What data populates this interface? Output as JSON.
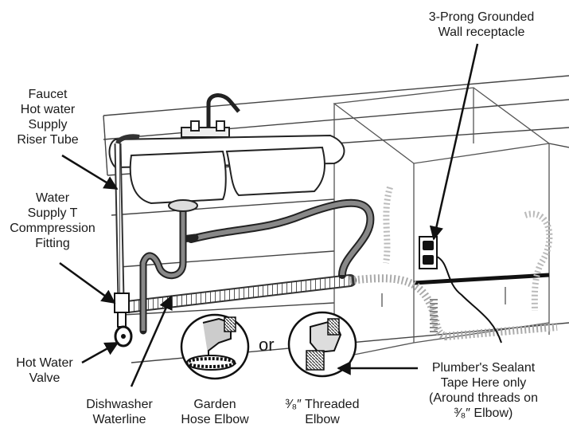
{
  "labels": {
    "receptacle": [
      "3-Prong Grounded",
      "Wall receptacle"
    ],
    "riser": [
      "Faucet",
      "Hot water",
      "Supply",
      "Riser Tube"
    ],
    "tee": [
      "Water",
      "Supply T",
      "Commpression",
      "Fitting"
    ],
    "valve": [
      "Hot Water",
      "Valve"
    ],
    "waterline": [
      "Dishwasher",
      "Waterline"
    ],
    "garden": [
      "Garden",
      "Hose Elbow"
    ],
    "or": "or",
    "threaded": [
      "³⁄₈″ Threaded",
      "Elbow"
    ],
    "sealant": [
      "Plumber's Sealant",
      "Tape Here only",
      "(Around threads on",
      "³⁄₈″ Elbow)"
    ]
  }
}
